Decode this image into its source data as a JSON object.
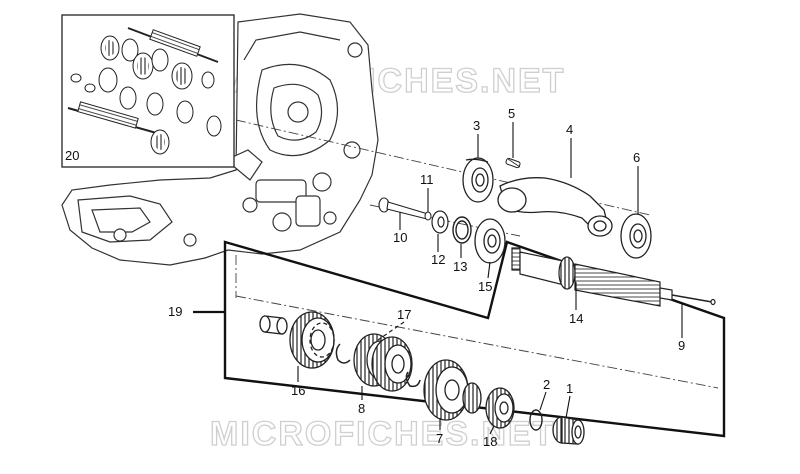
{
  "watermark": "MICROFICHES.NET",
  "callouts": [
    {
      "id": "c1",
      "label": "1"
    },
    {
      "id": "c2",
      "label": "2"
    },
    {
      "id": "c3",
      "label": "3"
    },
    {
      "id": "c4",
      "label": "4"
    },
    {
      "id": "c5",
      "label": "5"
    },
    {
      "id": "c6",
      "label": "6"
    },
    {
      "id": "c7",
      "label": "7"
    },
    {
      "id": "c8",
      "label": "8"
    },
    {
      "id": "c9",
      "label": "9"
    },
    {
      "id": "c10",
      "label": "10"
    },
    {
      "id": "c11",
      "label": "11"
    },
    {
      "id": "c12",
      "label": "12"
    },
    {
      "id": "c13",
      "label": "13"
    },
    {
      "id": "c14",
      "label": "14"
    },
    {
      "id": "c15",
      "label": "15"
    },
    {
      "id": "c16",
      "label": "16"
    },
    {
      "id": "c17",
      "label": "17"
    },
    {
      "id": "c18",
      "label": "18"
    },
    {
      "id": "c19",
      "label": "19"
    },
    {
      "id": "c20",
      "label": "20"
    }
  ]
}
